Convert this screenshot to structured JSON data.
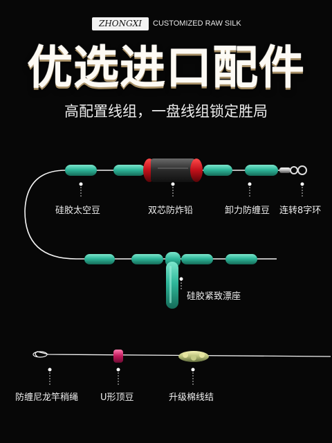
{
  "brand": {
    "name": "ZHONGXI",
    "tagline": "CUSTOMIZED RAW SILK"
  },
  "headline": "优选进口配件",
  "subheadline": "高配置线组，一盘线组锁定胜局",
  "components": {
    "silicone_beans": "硅胶太空豆",
    "double_core_sinker": "双芯防炸铅",
    "anti_tangle_bean": "卸力防缠豆",
    "swivel": "连转8字环",
    "float_seat": "硅胶紧致漂座",
    "nylon_cord": "防缠尼龙竿稍绳",
    "u_stopper": "U形顶豆",
    "cotton_knot": "升级棉线结"
  },
  "colors": {
    "background": "#070707",
    "silicone_green": "#2fb79a",
    "sinker_red": "#c0101a",
    "u_stopper_pink": "#c2185b",
    "line_white": "#f4f4f4"
  }
}
